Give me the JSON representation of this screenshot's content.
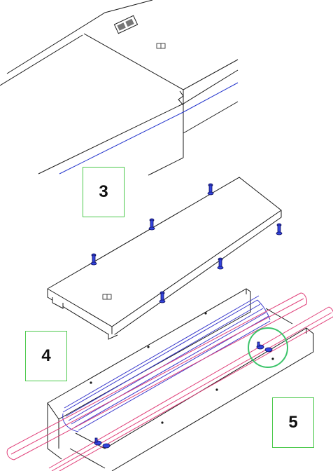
{
  "steps": {
    "step_3": "3",
    "step_4": "4",
    "step_5": "5"
  },
  "colors": {
    "line": "#1a1a1a",
    "bolt": "#2233cc",
    "trough": "#3a3acc",
    "cable": "#e0407a",
    "highlight_circle": "#3cc46a",
    "box_border": "#4cc94c"
  }
}
